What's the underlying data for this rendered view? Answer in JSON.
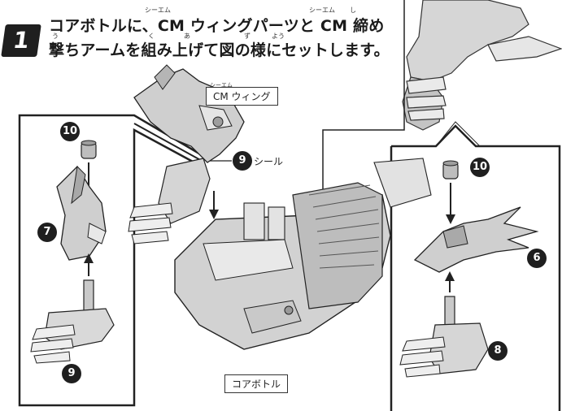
{
  "step": {
    "number": "1"
  },
  "instruction": {
    "line1": "コアボトルに、CM ウィングパーツと CM 締め",
    "line2": "撃ちアームを組み上げて図の様にセットします。",
    "ruby": {
      "cm1": "シーエム",
      "cm2": "シーエム",
      "shi": "し",
      "u": "う",
      "ku": "く",
      "a": "あ",
      "zu": "ず",
      "you": "よう"
    }
  },
  "labels": {
    "cm_wing": "CM ウィング",
    "cm_wing_ruby": "シーエム",
    "seal": "シール",
    "core_bottle": "コアボトル"
  },
  "part_numbers": {
    "left_top": "10",
    "left_wing": "7",
    "left_hand": "9",
    "seal": "9",
    "right_top": "10",
    "right_wing": "6",
    "right_hand": "8"
  }
}
